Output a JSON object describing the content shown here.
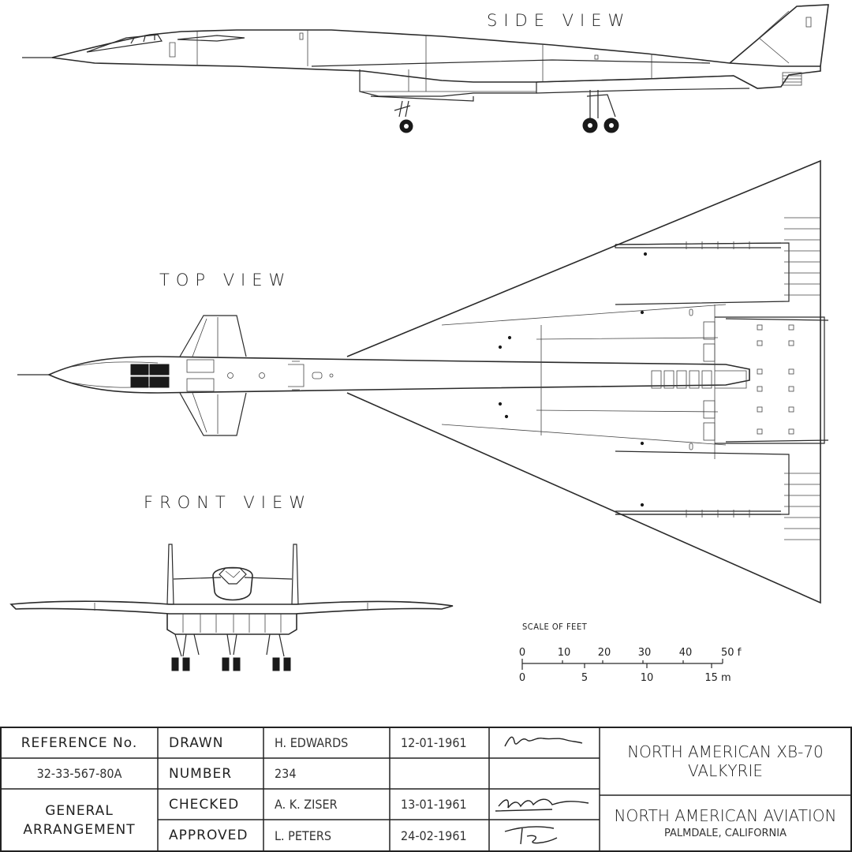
{
  "views": {
    "side": "SIDE VIEW",
    "top": "TOP VIEW",
    "front": "FRONT VIEW"
  },
  "scale": {
    "title": "SCALE OF FEET",
    "feet_ticks": [
      "0",
      "10",
      "20",
      "30",
      "40",
      "50 ft"
    ],
    "meter_ticks": [
      "0",
      "5",
      "10",
      "15 m"
    ]
  },
  "title_block": {
    "reference_label": "REFERENCE No.",
    "reference_value": "32-33-567-80A",
    "drawing_type": [
      "GENERAL",
      "ARRANGEMENT"
    ],
    "rows": [
      {
        "role": "DRAWN",
        "name": "H. EDWARDS",
        "date": "12-01-1961"
      },
      {
        "role": "NUMBER",
        "name": "234",
        "date": ""
      },
      {
        "role": "CHECKED",
        "name": "A. K. ZISER",
        "date": "13-01-1961"
      },
      {
        "role": "APPROVED",
        "name": "L. PETERS",
        "date": "24-02-1961"
      }
    ],
    "aircraft": [
      "NORTH AMERICAN XB-70",
      "VALKYRIE"
    ],
    "company": "NORTH AMERICAN AVIATION",
    "location": "PALMDALE, CALIFORNIA"
  }
}
